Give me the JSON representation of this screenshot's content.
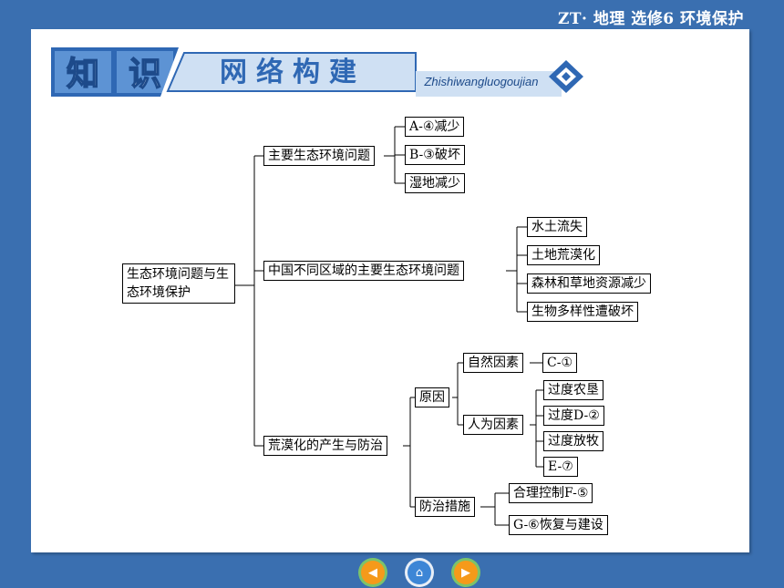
{
  "header": {
    "title": "ZT· 地理  选修6   环境保护"
  },
  "banner": {
    "char1": "知",
    "char2": "识",
    "title": "网络构建",
    "pinyin": "Zhishiwangluogoujian"
  },
  "diagram": {
    "root": "生态环境问题与生态环境保护",
    "b1": {
      "label": "主要生态环境问题",
      "items": [
        "A-④减少",
        "B-③破坏",
        "湿地减少"
      ]
    },
    "b2": {
      "label": "中国不同区域的主要生态环境问题",
      "items": [
        "水土流失",
        "土地荒漠化",
        "森林和草地资源减少",
        "生物多样性遭破坏"
      ]
    },
    "b3": {
      "label": "荒漠化的产生与防治",
      "cause": {
        "label": "原因",
        "natural": {
          "label": "自然因素",
          "item": "C-①"
        },
        "human": {
          "label": "人为因素",
          "items": [
            "过度农垦",
            "过度D-②",
            "过度放牧",
            "E-⑦"
          ]
        }
      },
      "measures": {
        "label": "防治措施",
        "items": [
          "合理控制F-⑤",
          "G-⑥恢复与建设"
        ]
      }
    }
  },
  "nav": {
    "prev_icon": "arrow-left-icon",
    "home_icon": "home-icon",
    "next_icon": "arrow-right-icon",
    "prev_color": "#f59a1a",
    "home_color": "#3d86d6",
    "next_color": "#f59a1a"
  }
}
